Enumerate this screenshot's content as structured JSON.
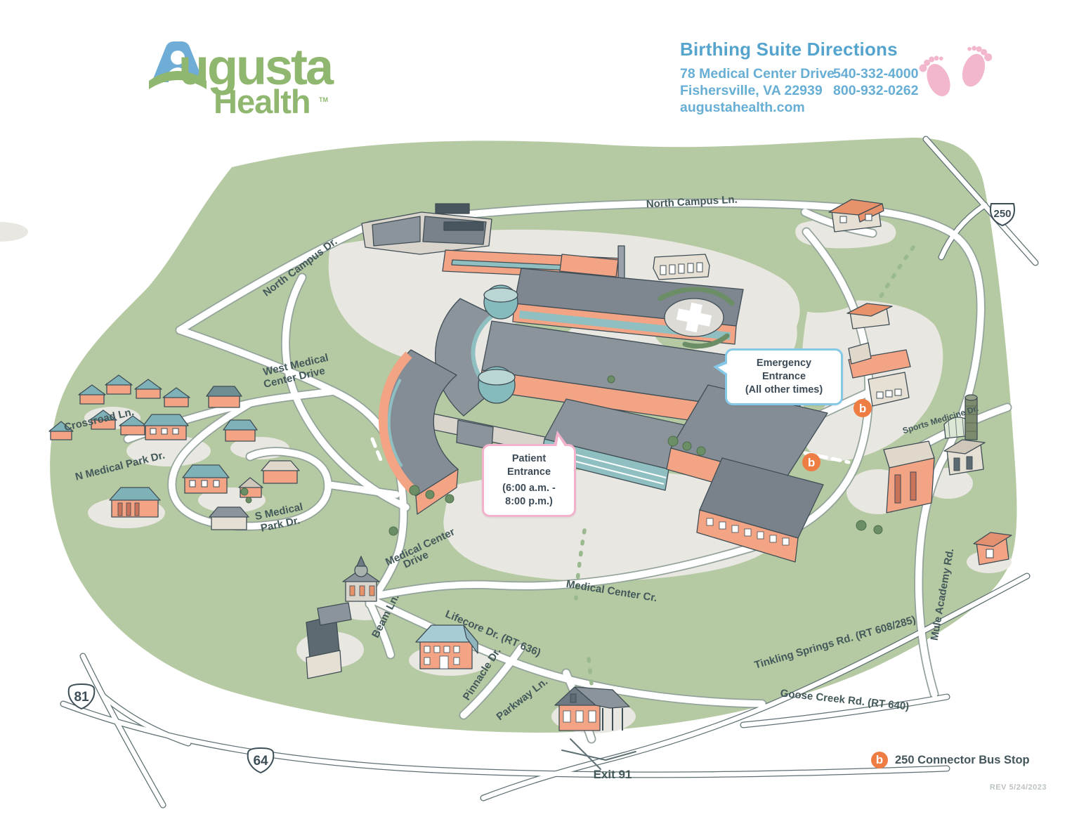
{
  "page": {
    "background": "#ffffff",
    "title": "Augusta Health Birthing Suite Directions Map"
  },
  "logo": {
    "word1": "ugusta",
    "word2": "Health",
    "tm": "TM",
    "mark": "person-in-blue-A",
    "green": "#90b76f",
    "blue": "#6fadd6"
  },
  "header": {
    "title": "Birthing Suite Directions",
    "address_line1": "78 Medical Center Drive",
    "address_line2": "Fishersville, VA 22939",
    "website": "augustahealth.com",
    "phone1": "540-332-4000",
    "phone2": "800-932-0262",
    "feet_icon": "baby-feet",
    "feet_color": "#f2b6cd"
  },
  "callouts": {
    "emergency": {
      "line1": "Emergency Entrance",
      "line2": "(All other times)",
      "border": "#85c8e8"
    },
    "patient": {
      "line1": "Patient Entrance",
      "line2": "(6:00 a.m. -",
      "line3": "8:00 p.m.)",
      "border": "#f3b1cb"
    }
  },
  "road_labels": {
    "north_campus_ln": "North Campus Ln.",
    "north_campus_dr": "North Campus Dr.",
    "west_medical_1": "West Medical",
    "west_medical_2": "Center Drive",
    "crossroad": "Crossroad Ln.",
    "n_medical_park": "N Medical Park Dr.",
    "s_medical_1": "S Medical",
    "s_medical_2": "Park Dr.",
    "medical_center_dr_1": "Medical Center",
    "medical_center_dr_2": "Drive",
    "medical_center_cr": "Medical Center Cr.",
    "beam": "Beam Ln.",
    "lifecore": "Lifecore Dr. (RT 636)",
    "pinnacle": "Pinnacle Dr.",
    "parkway": "Parkway Ln.",
    "tinkling": "Tinkling Springs Rd. (RT 608/285)",
    "goose": "Goose Creek Rd. (RT 640)",
    "mule": "Mule Academy Rd.",
    "sports": "Sports  Medicine Dr.",
    "exit": "Exit 91"
  },
  "shields": {
    "i81": "81",
    "i64": "64",
    "us250": "250"
  },
  "bus_stops": {
    "letter": "b",
    "color": "#ee7d44"
  },
  "legend": {
    "bus_letter": "b",
    "bus_label": "250 Connector Bus Stop"
  },
  "footer": {
    "rev": "REV 5/24/2023"
  },
  "map_colors": {
    "campus_green": "#b5c9a3",
    "parking_gray": "#e9e7e2",
    "road_casing": "#93a39a",
    "building_orange": "#f2a484",
    "roof_gray": "#8b939b",
    "glass_teal": "#8fbfc1",
    "label": "#43595a"
  }
}
